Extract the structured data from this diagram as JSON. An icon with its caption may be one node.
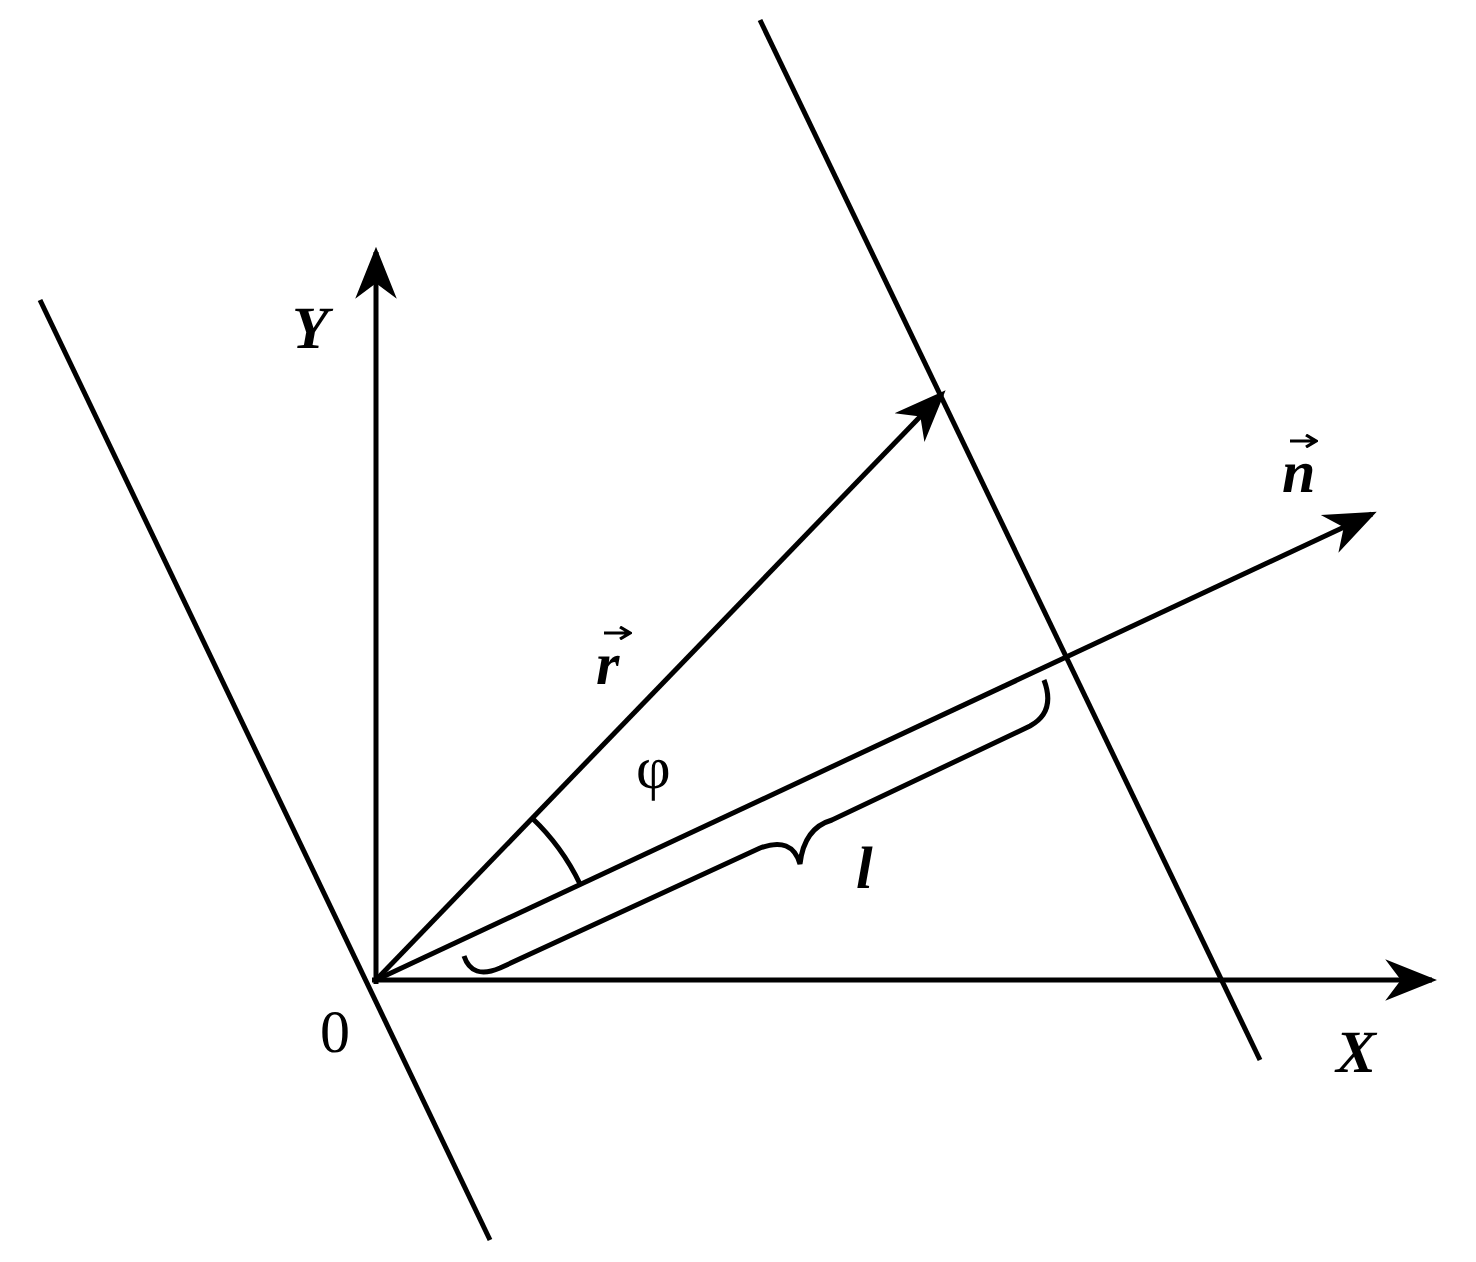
{
  "diagram": {
    "labels": [
      "Y",
      "r",
      "n",
      "φ",
      "l",
      "0",
      "X"
    ]
  }
}
